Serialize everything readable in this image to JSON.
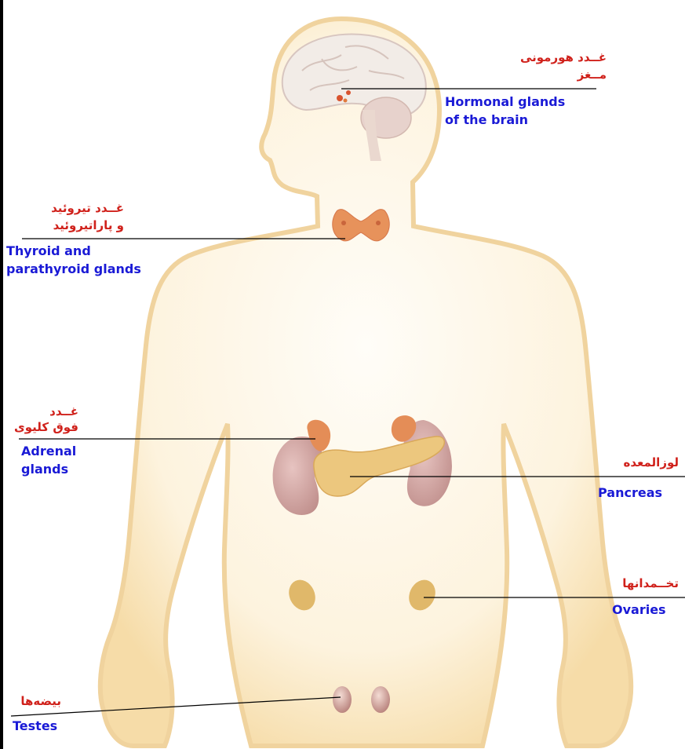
{
  "labels": {
    "brain": {
      "fa_line1": "غــدد هورمونی",
      "fa_line2": "مــغز",
      "en_line1": "Hormonal glands",
      "en_line2": "of the brain"
    },
    "thyroid": {
      "fa_line1": "غــدد تیروئید",
      "fa_line2": "و پاراتیروئید",
      "en_line1": "Thyroid and",
      "en_line2": "parathyroid glands"
    },
    "adrenal": {
      "fa_line1": "غــدد",
      "fa_line2": "فوق کلیوی",
      "en_line1": "Adrenal",
      "en_line2": "glands"
    },
    "pancreas": {
      "fa": "لوزالمعده",
      "en": "Pancreas"
    },
    "ovaries": {
      "fa": "تخــمدانها",
      "en": "Ovaries"
    },
    "testes": {
      "fa": "بیضه‌ها",
      "en": "Testes"
    }
  },
  "colors": {
    "body_fill": "#fdf3dc",
    "body_outline": "#f2cf8e",
    "persian_text": "#d0211b",
    "english_text": "#1a1ad6",
    "gland": "#e39a63",
    "kidney": "#d4a3a0",
    "pancreas": "#ecc77e",
    "testis": "#c9958e"
  }
}
